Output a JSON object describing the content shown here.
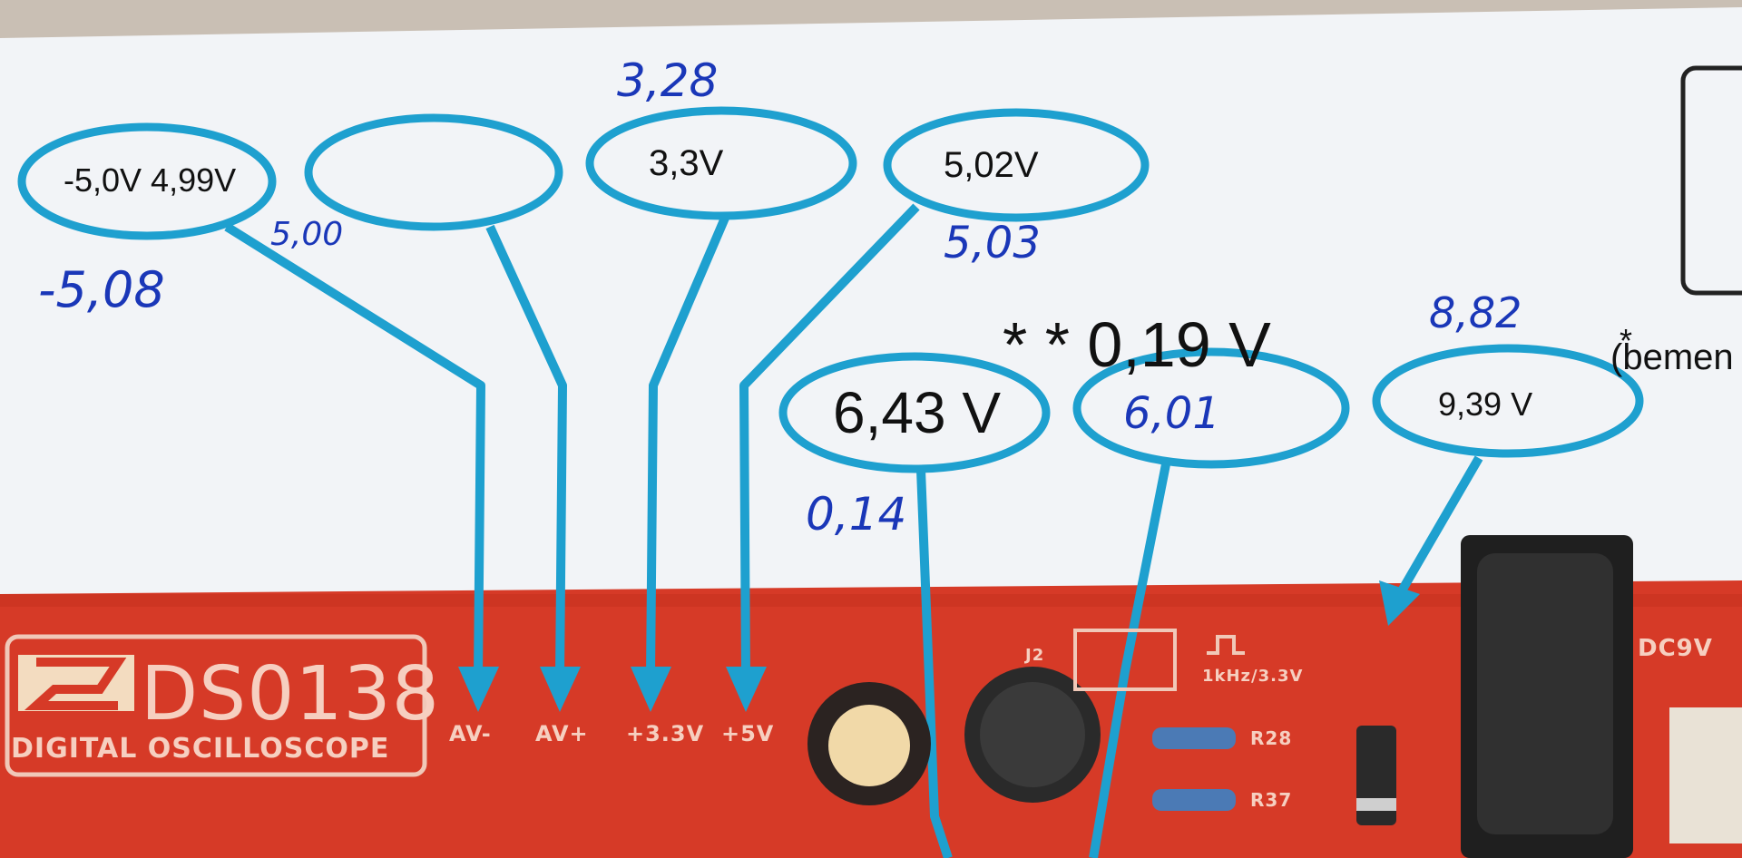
{
  "printed": {
    "av_minus": "-5,0V 4,99V",
    "v3_3": "3,3V",
    "v5": "5,02V",
    "v6_43": "6,43 V",
    "v0_19": "* * 0,19 V",
    "v9_39": "9,39 V",
    "bemenet": "(bemen",
    "star": "*"
  },
  "handwritten": {
    "h3_28": "3,28",
    "h5_08": "-5,08",
    "h5_00": "5,00",
    "h5_03": "5,03",
    "h8_82": "8,82",
    "h6_01": "6,01",
    "h0_14": "0,14"
  },
  "board": {
    "title": "DS0138",
    "subtitle": "DIGITAL OSCILLOSCOPE",
    "pins": [
      "AV-",
      "AV+",
      "+3.3V",
      "+5V"
    ],
    "freq": "1kHz/3.3V",
    "r28": "R28",
    "r37": "R37",
    "dc9v": "DC9V",
    "j2": "J2"
  }
}
